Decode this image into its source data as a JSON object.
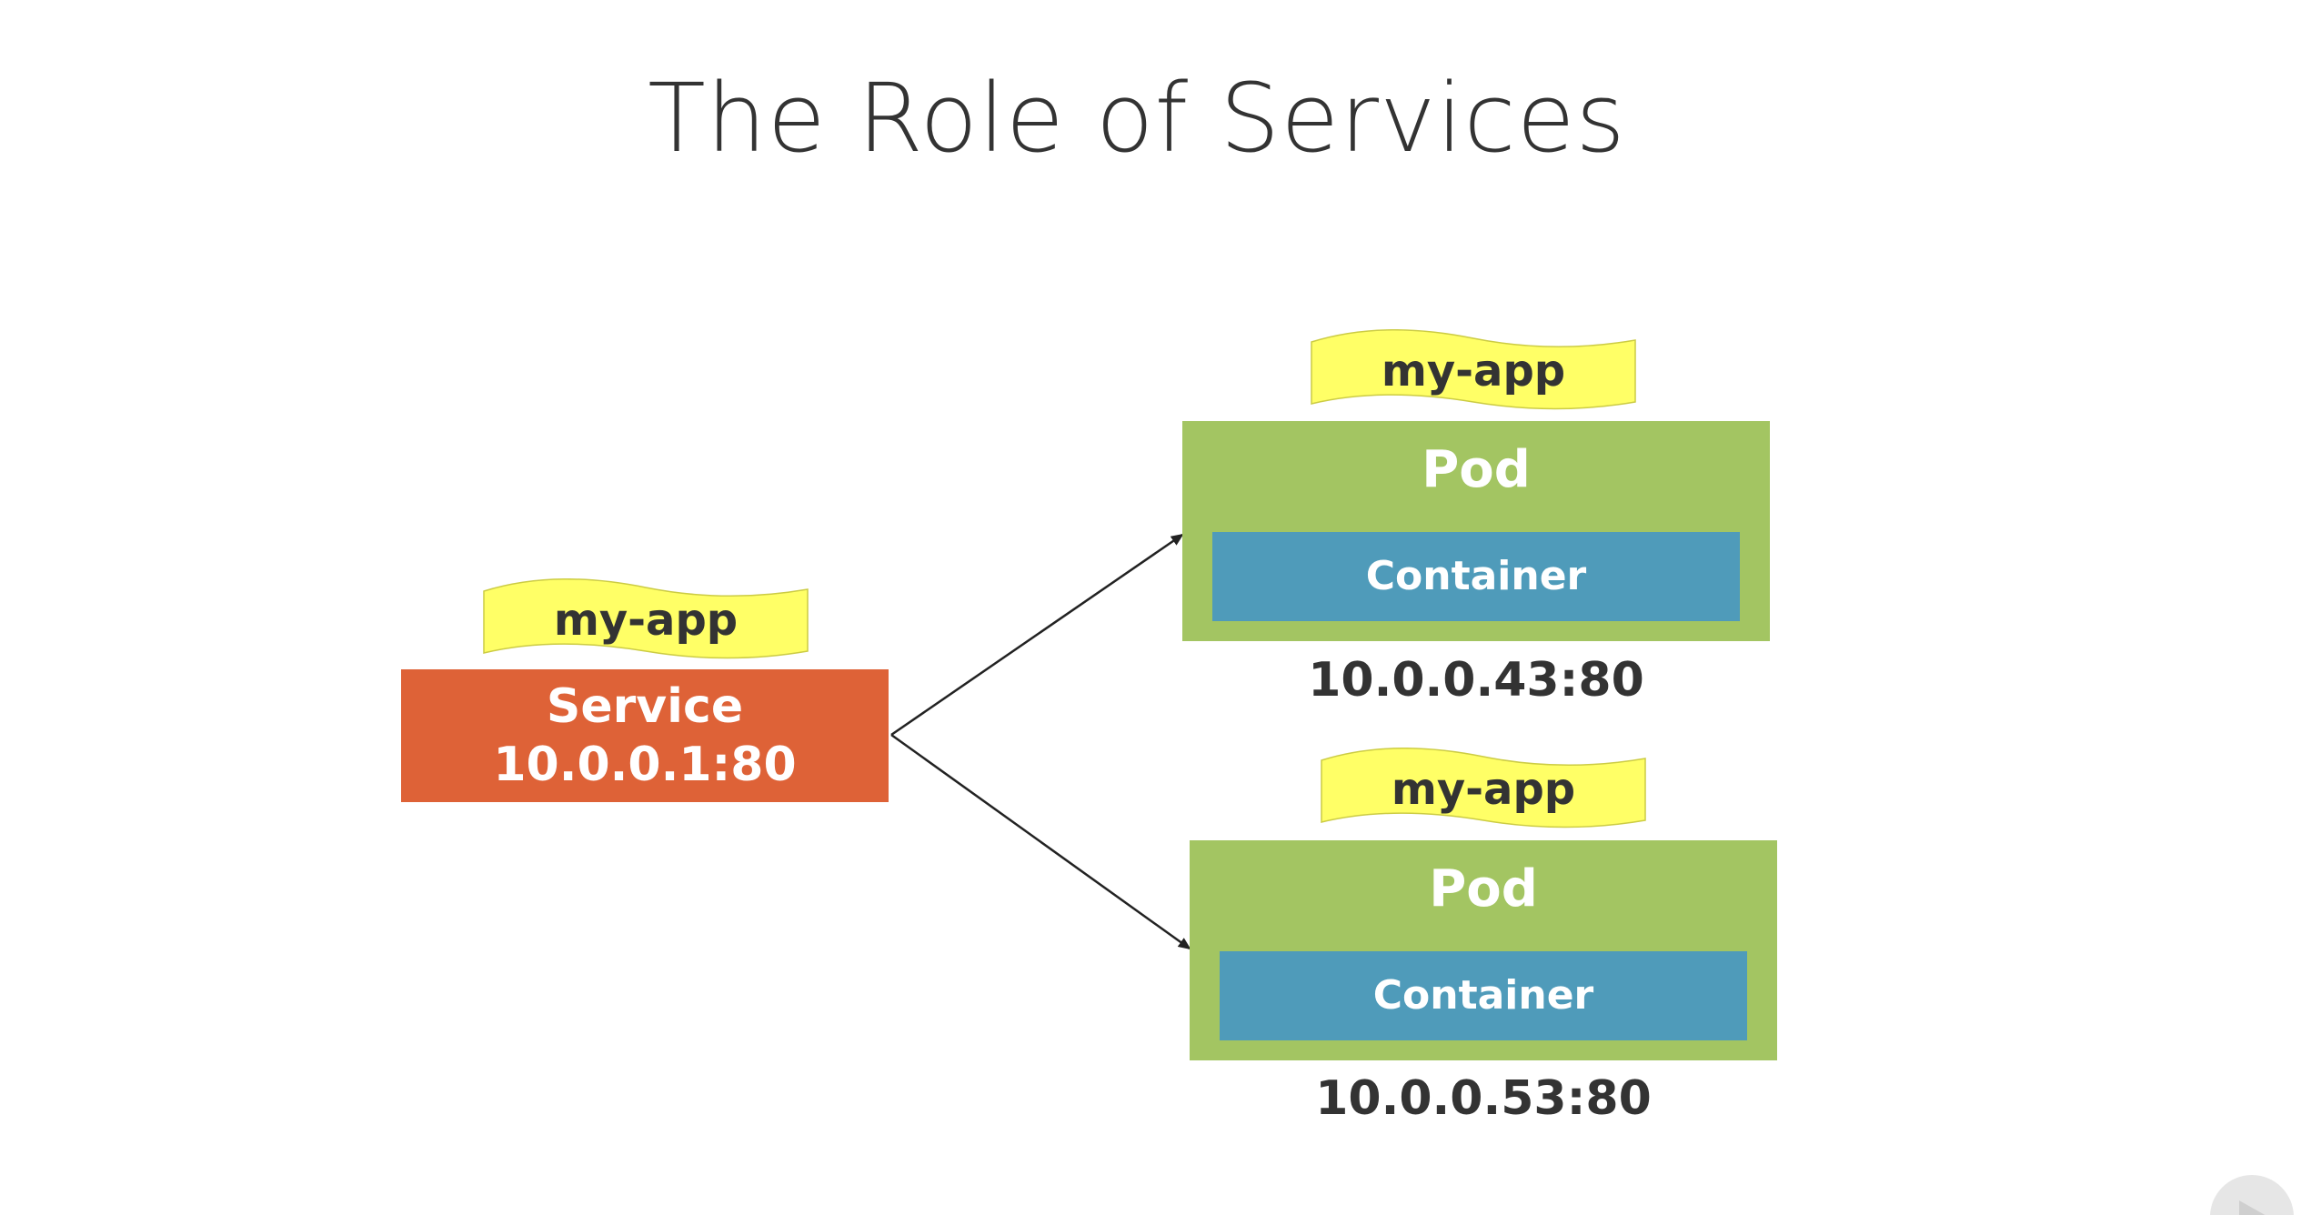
{
  "slide": {
    "title": "The Role of Services"
  },
  "service": {
    "label": "my-app",
    "name": "Service",
    "address": "10.0.0.1:80"
  },
  "pods": [
    {
      "label": "my-app",
      "name": "Pod",
      "container": "Container",
      "address": "10.0.0.43:80"
    },
    {
      "label": "my-app",
      "name": "Pod",
      "container": "Container",
      "address": "10.0.0.53:80"
    }
  ],
  "colors": {
    "service": "#de6237",
    "pod": "#a3c562",
    "container": "#4f9bba",
    "label": "#ffff66"
  }
}
